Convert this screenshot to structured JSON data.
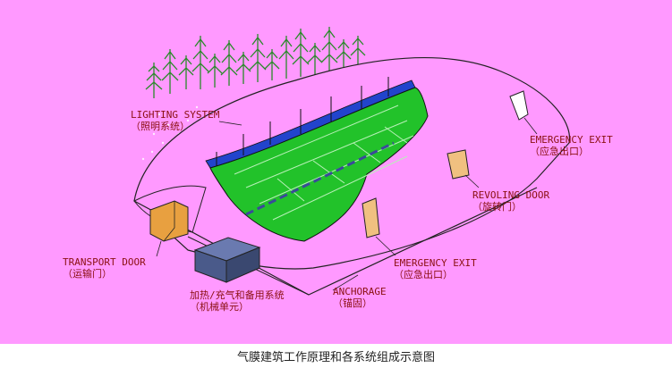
{
  "diagram": {
    "labels": {
      "lighting": {
        "en": "LIGHTING SYSTEM",
        "cn": "（照明系统）"
      },
      "emergency_exit_right": {
        "en": "EMERGENCY EXIT",
        "cn": "（应急出口）"
      },
      "revolving_door": {
        "en": "REVOLING DOOR",
        "cn": "（旋转门）"
      },
      "transport_door": {
        "en": "TRANSPORT DOOR",
        "cn": "（运输门）"
      },
      "emergency_exit_front": {
        "en": "EMERGENCY EXIT",
        "cn": "（应急出口）"
      },
      "anchorage": {
        "en": "ANCHORAGE",
        "cn": "（锚固）"
      },
      "mechanical_unit": {
        "en": "加热/充气和备用系统",
        "cn": "（机械单元）"
      }
    },
    "colors": {
      "background": "#ff99ff",
      "field": "#22c22a",
      "track": "#2244cc",
      "trees": "#2a8a2a",
      "unit": "#4a5a8a",
      "door": "#e8a040",
      "label": "#8b1010"
    }
  },
  "caption": "气膜建筑工作原理和各系统组成示意图"
}
